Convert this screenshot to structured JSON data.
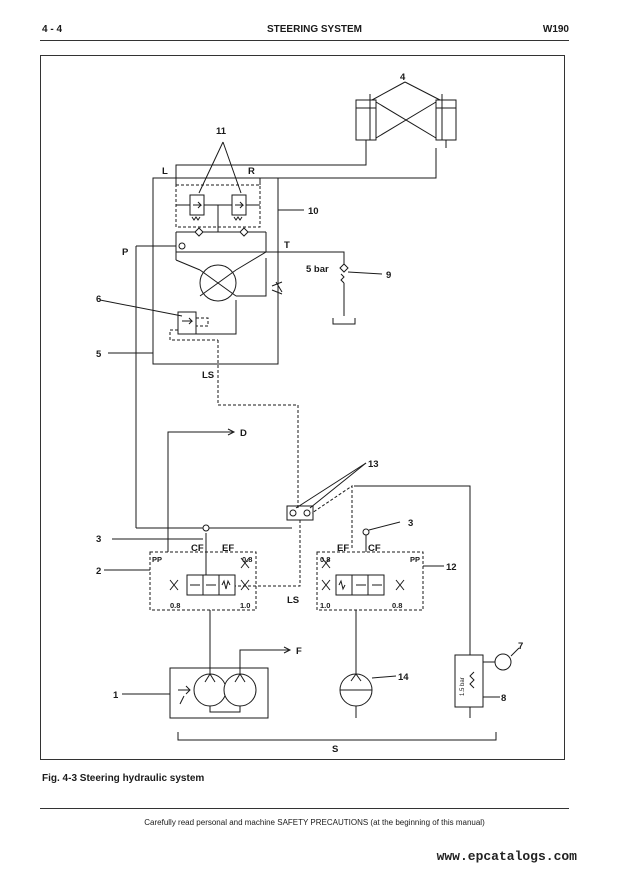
{
  "header": {
    "page_number": "4 - 4",
    "section_title": "STEERING SYSTEM",
    "model": "W190"
  },
  "diagram": {
    "callouts": [
      "1",
      "2",
      "3",
      "3",
      "4",
      "5",
      "6",
      "7",
      "8",
      "9",
      "10",
      "11",
      "12",
      "13",
      "14"
    ],
    "port_labels": {
      "L": "L",
      "R": "R",
      "T": "T",
      "P": "P",
      "LS": "LS",
      "LS_lower": "LS",
      "D": "D",
      "F": "F",
      "S": "S",
      "CF_left": "CF",
      "EF_left": "EF",
      "PP_left": "PP",
      "CF_right": "CF",
      "EF_right": "EF",
      "PP_right": "PP"
    },
    "values": {
      "check_valve": "5 bar",
      "left_orifice_top": "0.8",
      "left_orifice_bottom_a": "0.8",
      "left_orifice_bottom_b": "1.0",
      "right_orifice_top": "0.8",
      "right_orifice_bottom_a": "1.0",
      "right_orifice_bottom_b": "0.8",
      "filter_relief": "1.5 bar"
    }
  },
  "caption": "Fig. 4-3   Steering hydraulic system",
  "footer": {
    "safety_note": "Carefully read personal and machine SAFETY PRECAUTIONS (at the beginning of this manual)",
    "watermark": "www.epcatalogs.com"
  }
}
